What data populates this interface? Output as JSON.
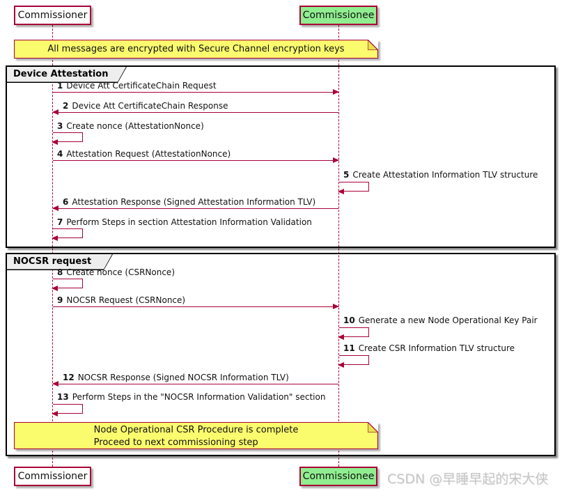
{
  "participants": {
    "left": {
      "label": "Commissioner"
    },
    "right": {
      "label": "Commissionee"
    }
  },
  "notes": {
    "top": {
      "text": "All messages are encrypted with Secure Channel encryption keys"
    },
    "bottom": {
      "line1": "Node Operational CSR Procedure is complete",
      "line2": "Proceed to next commissioning step"
    }
  },
  "frames": [
    {
      "label": "Device Attestation"
    },
    {
      "label": "NOCSR request"
    }
  ],
  "messages": [
    {
      "num": "1",
      "text": "Device Att CertificateChain Request"
    },
    {
      "num": "2",
      "text": "Device Att CertificateChain Response"
    },
    {
      "num": "3",
      "text": "Create nonce (AttestationNonce)"
    },
    {
      "num": "4",
      "text": "Attestation Request (AttestationNonce)"
    },
    {
      "num": "5",
      "text": "Create Attestation Information TLV structure"
    },
    {
      "num": "6",
      "text": "Attestation Response (Signed Attestation Information TLV)"
    },
    {
      "num": "7",
      "text": "Perform Steps in section Attestation Information Validation"
    },
    {
      "num": "8",
      "text": "Create nonce (CSRNonce)"
    },
    {
      "num": "9",
      "text": "NOCSR Request (CSRNonce)"
    },
    {
      "num": "10",
      "text": "Generate a new Node Operational Key Pair"
    },
    {
      "num": "11",
      "text": "Create CSR Information TLV structure"
    },
    {
      "num": "12",
      "text": "NOCSR Response (Signed NOCSR Information TLV)"
    },
    {
      "num": "13",
      "text": "Perform Steps in the \"NOCSR Information Validation\" section"
    }
  ],
  "watermark": "CSDN @早睡早起的宋大侠",
  "colors": {
    "accent": "#A80036",
    "note_fill": "#FBFB6E",
    "note_fold": "#E4E44A",
    "participant_green": "#90EE90",
    "frame_tab": "#EEEEEE",
    "frame_border": "#000000",
    "watermark": "#C6C6C6"
  }
}
